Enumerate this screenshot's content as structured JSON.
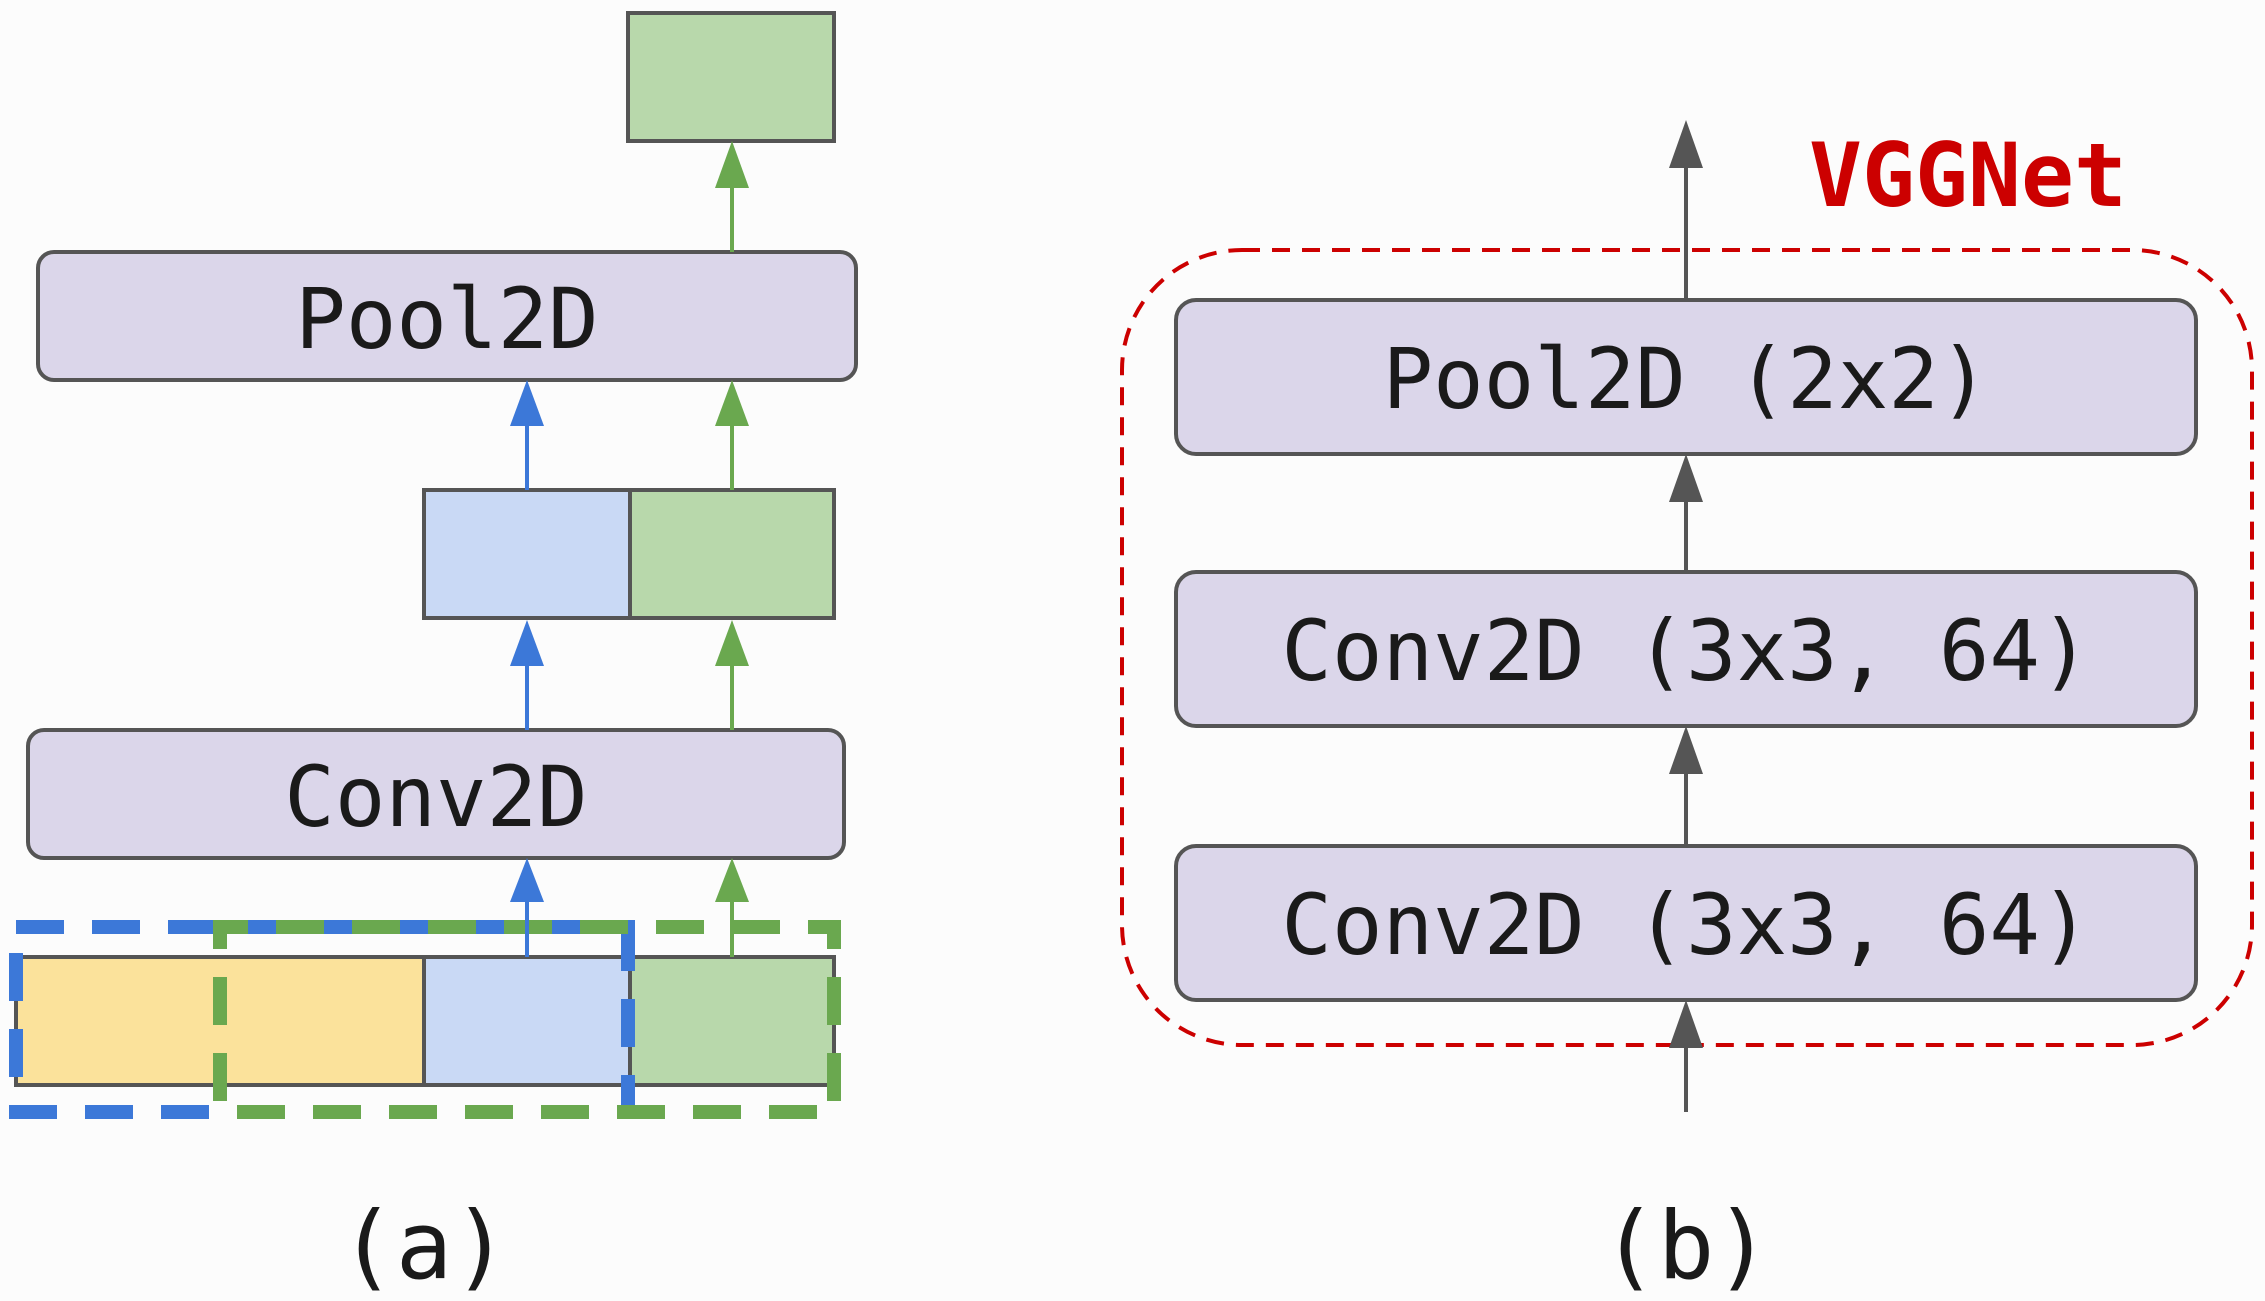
{
  "colors": {
    "layer_fill": "#dbd6ea",
    "stroke": "#555555",
    "blue_fill": "#c9d9f5",
    "green_fill": "#b8d8ab",
    "yellow_fill": "#fbe29b",
    "blue_accent": "#3c78d8",
    "green_accent": "#6aa84f",
    "red_accent": "#cc0000",
    "gray_arrow": "#555555"
  },
  "panel_a": {
    "caption": "(a)",
    "pool_label": "Pool2D",
    "conv_label": "Conv2D"
  },
  "panel_b": {
    "caption": "(b)",
    "group_label": "VGGNet",
    "layers": [
      "Pool2D (2x2)",
      "Conv2D (3x3, 64)",
      "Conv2D (3x3, 64)"
    ]
  }
}
